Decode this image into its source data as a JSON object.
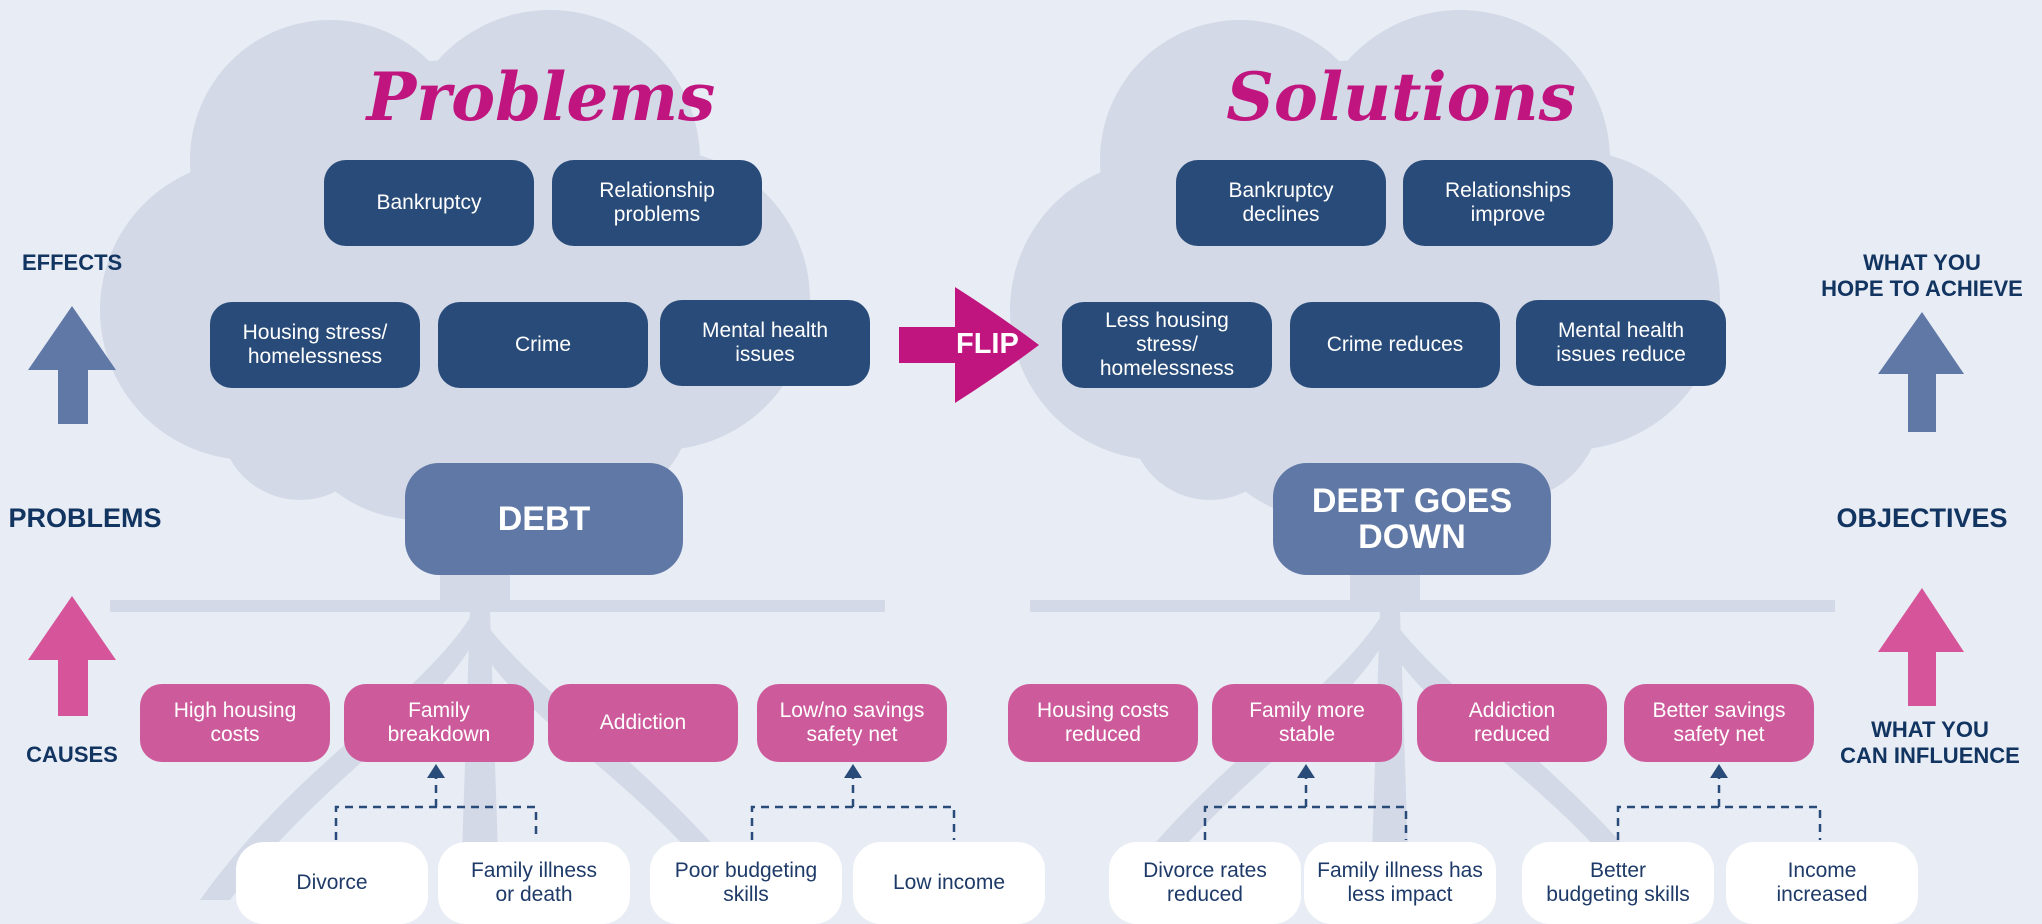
{
  "headings": {
    "problems": "Problems",
    "solutions": "Solutions"
  },
  "left_labels": {
    "effects": "EFFECTS",
    "problems": "PROBLEMS",
    "causes": "CAUSES"
  },
  "right_labels": {
    "hope": "WHAT YOU\nHOPE TO ACHIEVE",
    "objectives": "OBJECTIVES",
    "influence": "WHAT YOU\nCAN INFLUENCE"
  },
  "flip_label": "FLIP",
  "problems": {
    "effects_top": [
      "Bankruptcy",
      "Relationship\nproblems"
    ],
    "effects_mid": [
      "Housing stress/\nhomelessness",
      "Crime",
      "Mental health\nissues"
    ],
    "core": "DEBT",
    "causes": [
      "High housing\ncosts",
      "Family\nbreakdown",
      "Addiction",
      "Low/no savings\nsafety net"
    ],
    "sub_causes": [
      "Divorce",
      "Family illness\nor death",
      "Poor budgeting\nskills",
      "Low income"
    ]
  },
  "solutions": {
    "effects_top": [
      "Bankruptcy\ndeclines",
      "Relationships\nimprove"
    ],
    "effects_mid": [
      "Less housing stress/\nhomelessness",
      "Crime reduces",
      "Mental health\nissues reduce"
    ],
    "core": "DEBT GOES\nDOWN",
    "causes": [
      "Housing costs\nreduced",
      "Family more\nstable",
      "Addiction\nreduced",
      "Better savings\nsafety net"
    ],
    "sub_causes": [
      "Divorce rates\nreduced",
      "Family illness has\nless impact",
      "Better\nbudgeting skills",
      "Income\nincreased"
    ]
  },
  "colors": {
    "dark_box": "#284b79",
    "core_box": "#6078a6",
    "pink_box": "#cd5b9b",
    "accent": "#c0157f",
    "label": "#123461",
    "tree": "#d3d9e6"
  },
  "icons": [
    "tree-icon",
    "up-arrow-icon",
    "flip-arrow-icon",
    "branch-connector-icon"
  ]
}
